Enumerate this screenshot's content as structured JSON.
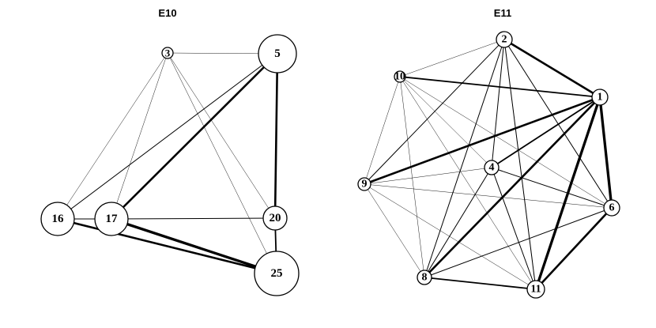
{
  "graphs": [
    {
      "title": "E10",
      "nodes": [
        {
          "id": "3",
          "label": "3"
        },
        {
          "id": "5",
          "label": "5"
        },
        {
          "id": "16",
          "label": "16"
        },
        {
          "id": "17",
          "label": "17"
        },
        {
          "id": "20",
          "label": "20"
        },
        {
          "id": "25",
          "label": "25"
        }
      ],
      "edges": [
        {
          "from": "3",
          "to": "5",
          "weight": 1
        },
        {
          "from": "3",
          "to": "16",
          "weight": 1
        },
        {
          "from": "3",
          "to": "17",
          "weight": 1
        },
        {
          "from": "3",
          "to": "20",
          "weight": 1
        },
        {
          "from": "3",
          "to": "25",
          "weight": 1
        },
        {
          "from": "5",
          "to": "16",
          "weight": 2
        },
        {
          "from": "5",
          "to": "17",
          "weight": 4
        },
        {
          "from": "5",
          "to": "20",
          "weight": 4
        },
        {
          "from": "16",
          "to": "17",
          "weight": 2
        },
        {
          "from": "16",
          "to": "25",
          "weight": 4
        },
        {
          "from": "17",
          "to": "20",
          "weight": 2
        },
        {
          "from": "17",
          "to": "25",
          "weight": 5
        },
        {
          "from": "20",
          "to": "25",
          "weight": 3
        }
      ]
    },
    {
      "title": "E11",
      "nodes": [
        {
          "id": "1",
          "label": "1"
        },
        {
          "id": "2",
          "label": "2"
        },
        {
          "id": "4",
          "label": "4"
        },
        {
          "id": "6",
          "label": "6"
        },
        {
          "id": "8",
          "label": "8"
        },
        {
          "id": "9",
          "label": "9"
        },
        {
          "id": "10",
          "label": "10"
        },
        {
          "id": "11",
          "label": "11"
        }
      ],
      "edges": [
        {
          "from": "2",
          "to": "10",
          "weight": 1
        },
        {
          "from": "2",
          "to": "1",
          "weight": 4
        },
        {
          "from": "2",
          "to": "9",
          "weight": 2
        },
        {
          "from": "2",
          "to": "4",
          "weight": 2
        },
        {
          "from": "2",
          "to": "6",
          "weight": 2
        },
        {
          "from": "2",
          "to": "8",
          "weight": 2
        },
        {
          "from": "2",
          "to": "11",
          "weight": 2
        },
        {
          "from": "2",
          "to": "11",
          "weight": 1
        },
        {
          "from": "10",
          "to": "1",
          "weight": 3
        },
        {
          "from": "10",
          "to": "9",
          "weight": 1
        },
        {
          "from": "10",
          "to": "4",
          "weight": 1
        },
        {
          "from": "10",
          "to": "6",
          "weight": 1
        },
        {
          "from": "10",
          "to": "8",
          "weight": 1
        },
        {
          "from": "10",
          "to": "11",
          "weight": 1
        },
        {
          "from": "1",
          "to": "9",
          "weight": 4
        },
        {
          "from": "1",
          "to": "4",
          "weight": 3
        },
        {
          "from": "1",
          "to": "6",
          "weight": 5
        },
        {
          "from": "1",
          "to": "8",
          "weight": 4
        },
        {
          "from": "1",
          "to": "11",
          "weight": 5
        },
        {
          "from": "9",
          "to": "4",
          "weight": 1
        },
        {
          "from": "9",
          "to": "6",
          "weight": 1
        },
        {
          "from": "9",
          "to": "8",
          "weight": 1
        },
        {
          "from": "9",
          "to": "11",
          "weight": 1
        },
        {
          "from": "4",
          "to": "6",
          "weight": 2
        },
        {
          "from": "4",
          "to": "8",
          "weight": 2
        },
        {
          "from": "4",
          "to": "11",
          "weight": 2
        },
        {
          "from": "6",
          "to": "8",
          "weight": 2
        },
        {
          "from": "6",
          "to": "11",
          "weight": 4
        },
        {
          "from": "8",
          "to": "11",
          "weight": 3
        }
      ]
    }
  ]
}
